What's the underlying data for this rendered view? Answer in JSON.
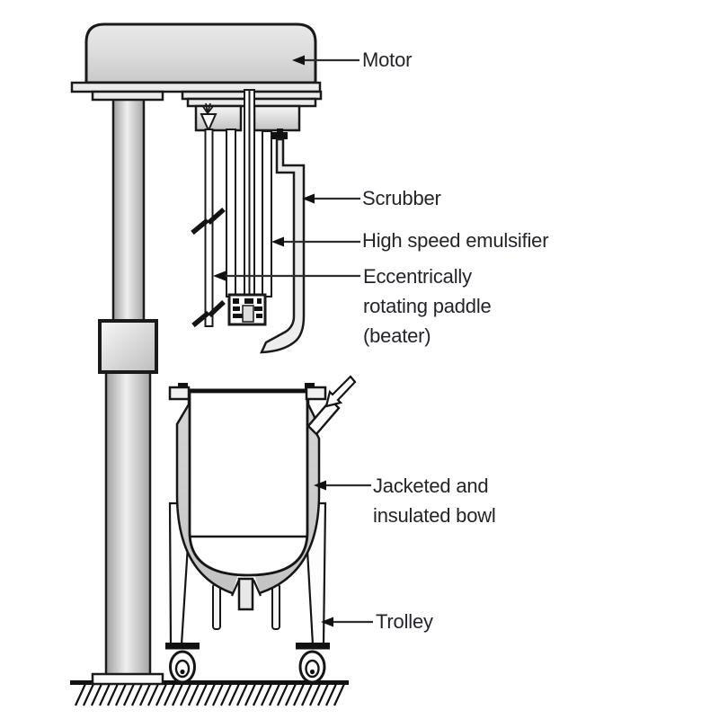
{
  "figure": {
    "type": "labeled-technical-diagram"
  },
  "labels": {
    "motor": {
      "text": "Motor"
    },
    "scrubber": {
      "text": "Scrubber"
    },
    "emulsifier": {
      "text": "High speed emulsifier"
    },
    "paddle": {
      "line1": "Eccentrically",
      "line2": "rotating paddle",
      "line3": "(beater)"
    },
    "bowl": {
      "line1": "Jacketed and",
      "line2": "insulated bowl"
    },
    "trolley": {
      "text": "Trolley"
    }
  },
  "colors": {
    "outline": "#1a1a1a",
    "metal_light": "#f4f4f4",
    "metal_dark": "#c6c6c6",
    "label_text": "#23232b",
    "leader_line": "#2e2e2e"
  }
}
